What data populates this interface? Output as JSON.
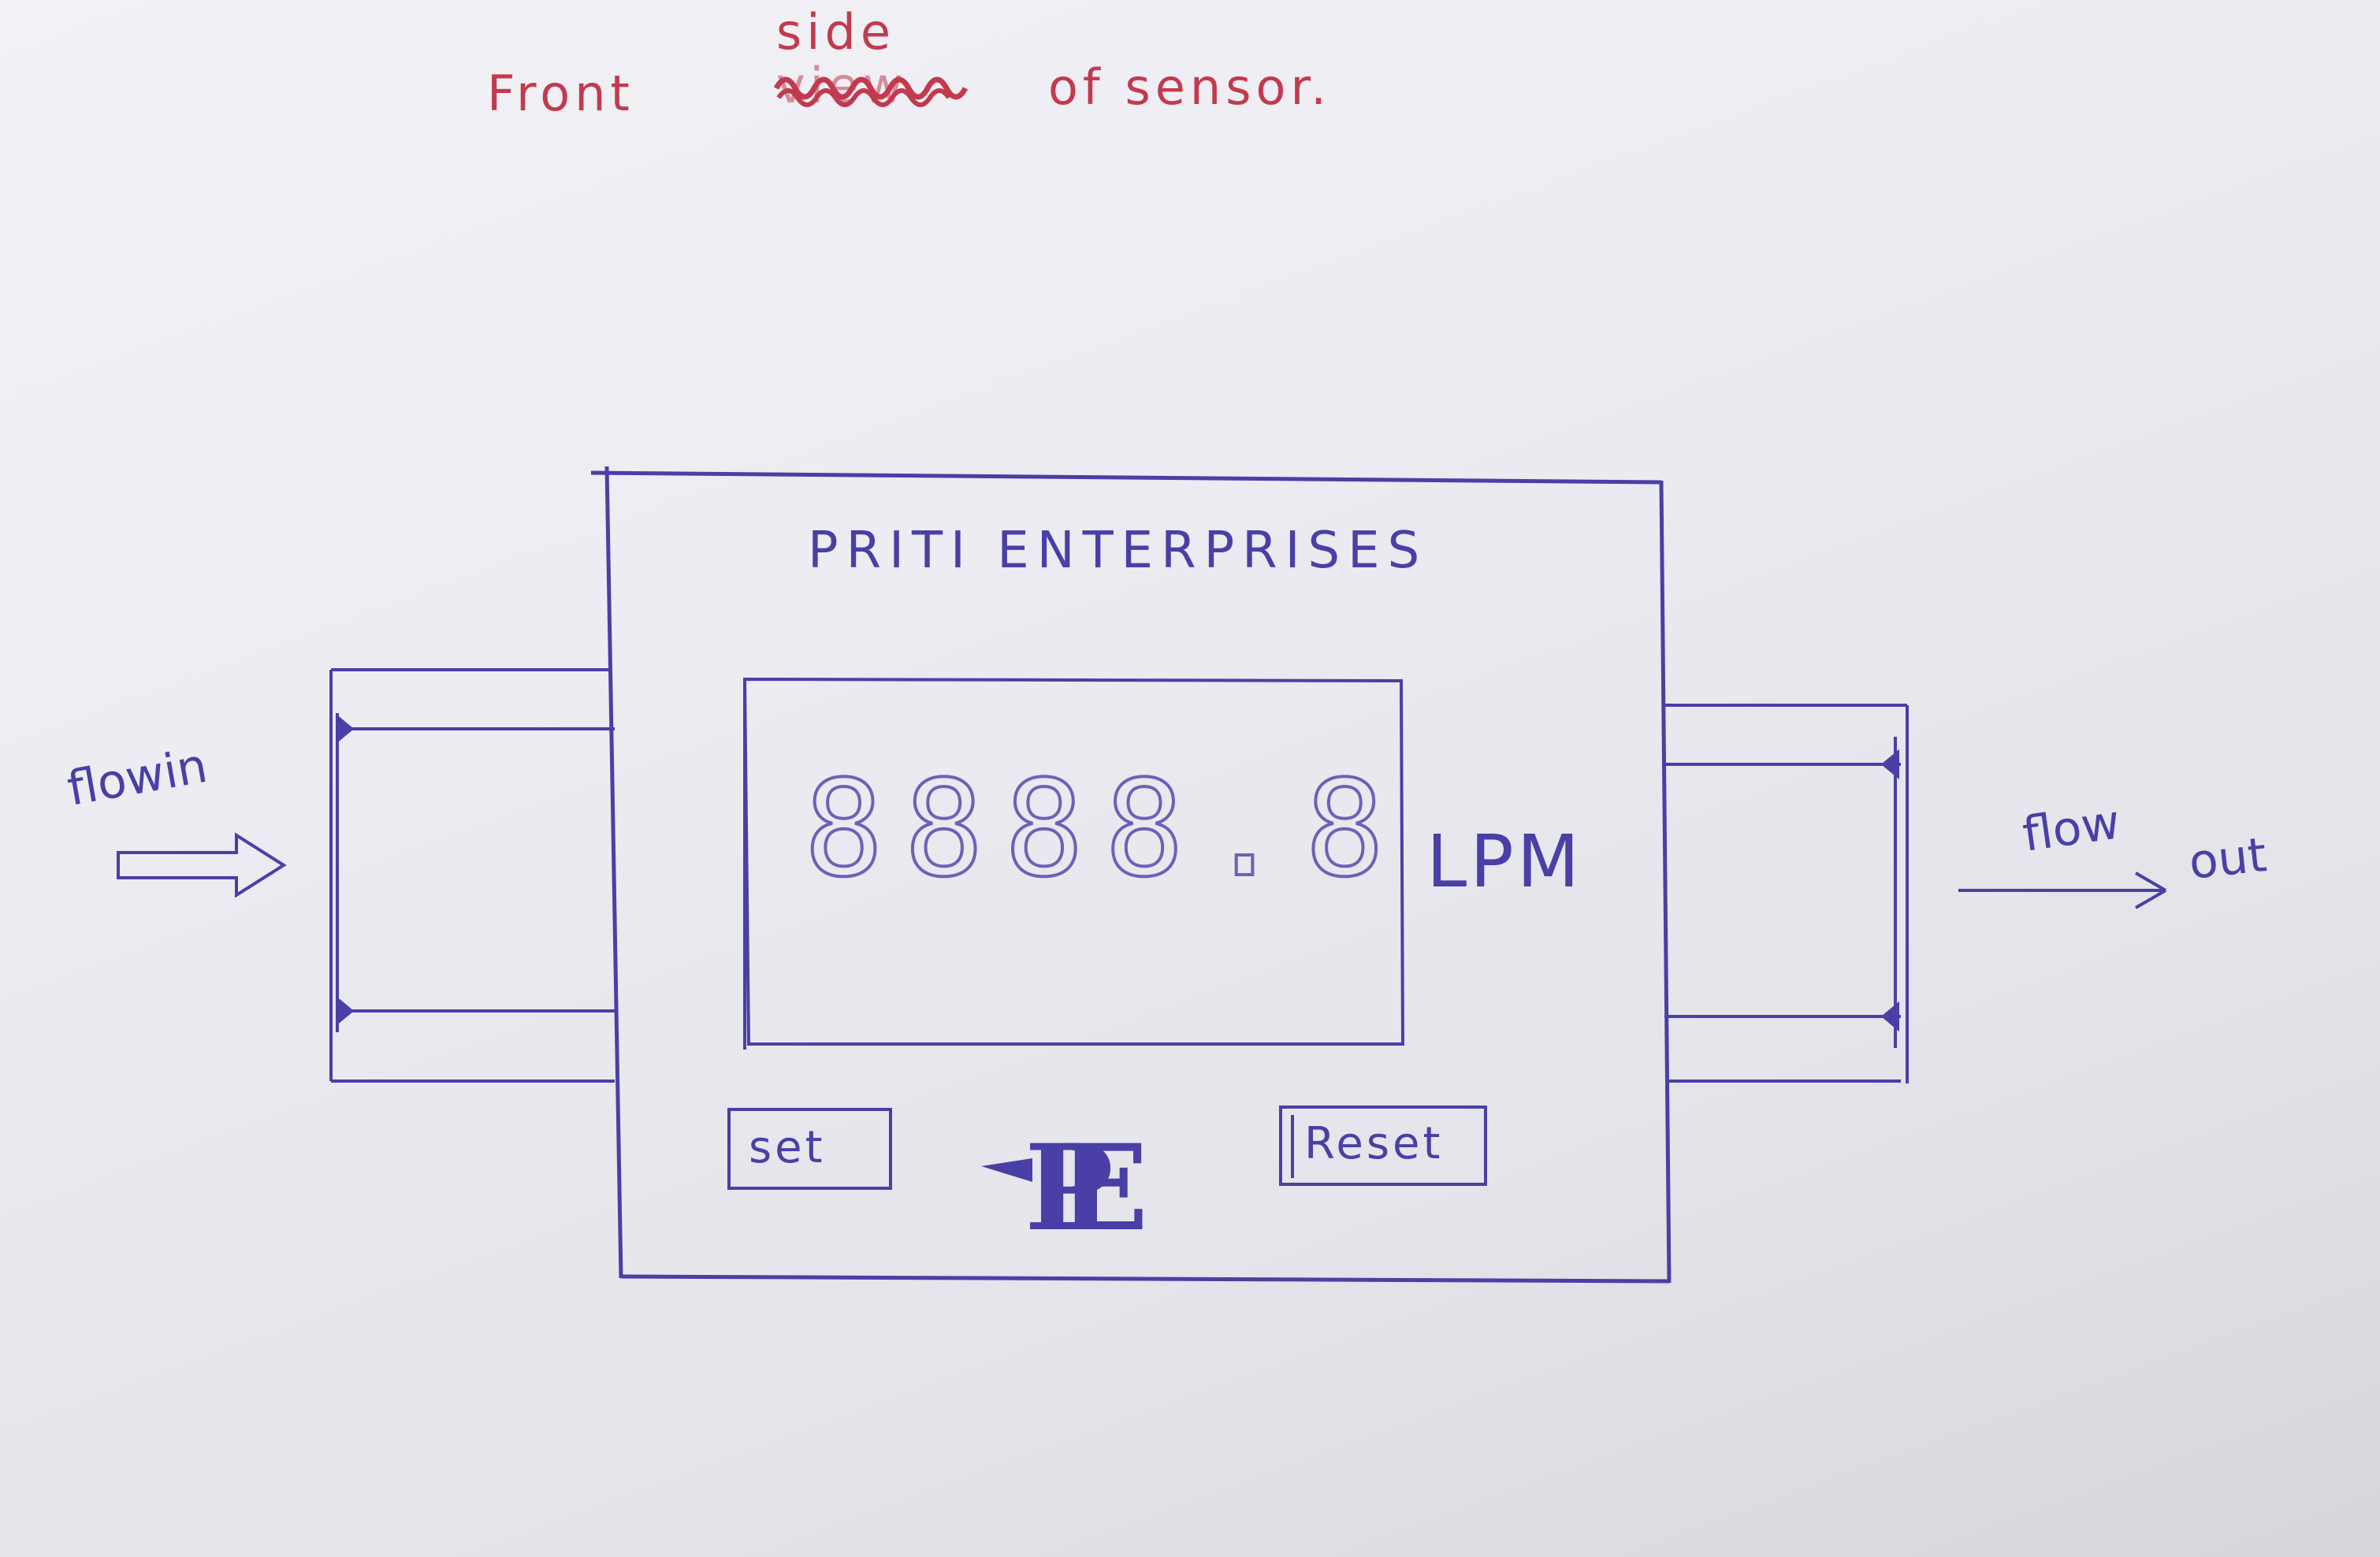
{
  "title": {
    "front": "Front",
    "scribble": "view",
    "correction": "side",
    "rest": "of sensor."
  },
  "sensor": {
    "brand": "PRITI ENTERPRISES",
    "display_reading": "8888.8",
    "unit": "LPM",
    "set_label": "set",
    "reset_label": "Reset",
    "logo_letters": "PE"
  },
  "flow": {
    "in_label": "flowin",
    "out_label_1": "flow",
    "out_label_2": "out"
  },
  "colors": {
    "red_ink": "#c23a4e",
    "blue_ink": "#4a3fa6",
    "paper": "#ececf2"
  }
}
